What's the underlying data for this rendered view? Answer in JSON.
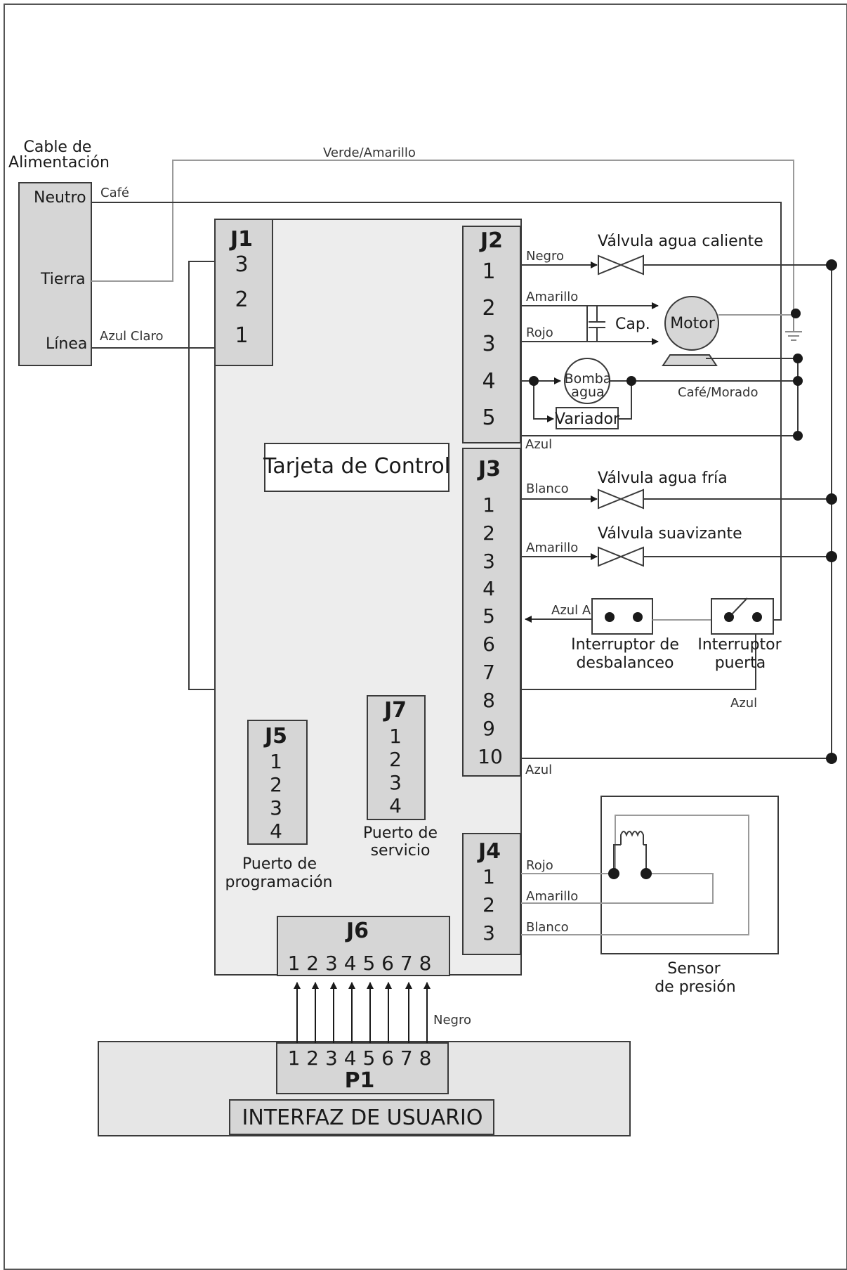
{
  "power_cable": {
    "title_line1": "Cable de",
    "title_line2": "Alimentación",
    "neutral": "Neutro",
    "ground": "Tierra",
    "line": "Línea"
  },
  "wires": {
    "ground_color": "Verde/Amarillo",
    "neutral_color": "Café",
    "line_color": "Azul Claro",
    "hot_valve": "Negro",
    "motor_1": "Amarillo",
    "motor_2": "Rojo",
    "pump_return": "Café/Morado",
    "j2_5": "Azul",
    "cold_valve": "Blanco",
    "softener_valve": "Amarillo",
    "unbalance": "Azul Azul",
    "door": "Azul",
    "j3_10": "Azul",
    "sensor_1": "Rojo",
    "sensor_2": "Amarillo",
    "sensor_3": "Blanco",
    "ui_black": "Negro"
  },
  "board": {
    "title": "Tarjeta de Control",
    "j1": {
      "name": "J1",
      "pins": [
        "3",
        "2",
        "1"
      ]
    },
    "j2": {
      "name": "J2",
      "pins": [
        "1",
        "2",
        "3",
        "4",
        "5"
      ]
    },
    "j3": {
      "name": "J3",
      "pins": [
        "1",
        "2",
        "3",
        "4",
        "5",
        "6",
        "7",
        "8",
        "9",
        "10"
      ]
    },
    "j4": {
      "name": "J4",
      "pins": [
        "1",
        "2",
        "3"
      ]
    },
    "j5": {
      "name": "J5",
      "pins": [
        "1",
        "2",
        "3",
        "4"
      ],
      "caption_line1": "Puerto de",
      "caption_line2": "programación"
    },
    "j6": {
      "name": "J6",
      "pins": "1 2 3 4 5 6 7 8"
    },
    "j7": {
      "name": "J7",
      "pins": [
        "1",
        "2",
        "3",
        "4"
      ],
      "caption_line1": "Puerto de",
      "caption_line2": "servicio"
    }
  },
  "components": {
    "hot_valve": "Válvula agua caliente",
    "capacitor": "Cap.",
    "motor": "Motor",
    "pump_line1": "Bomba",
    "pump_line2": "agua",
    "dimmer": "Variador",
    "cold_valve": "Válvula agua fría",
    "softener_valve": "Válvula suavizante",
    "unbalance_switch_line1": "Interruptor de",
    "unbalance_switch_line2": "desbalanceo",
    "door_switch_line1": "Interruptor",
    "door_switch_line2": "puerta",
    "pressure_sensor_line1": "Sensor",
    "pressure_sensor_line2": "de presión"
  },
  "user_interface": {
    "connector": "P1",
    "pins": "1 2 3 4 5 6 7 8",
    "title": "INTERFAZ DE USUARIO"
  },
  "colors": {
    "box_fill": "#d6d6d6",
    "board_fill": "#ededed",
    "line": "#3a3a3a",
    "ground_wire": "#9a9a9a"
  }
}
